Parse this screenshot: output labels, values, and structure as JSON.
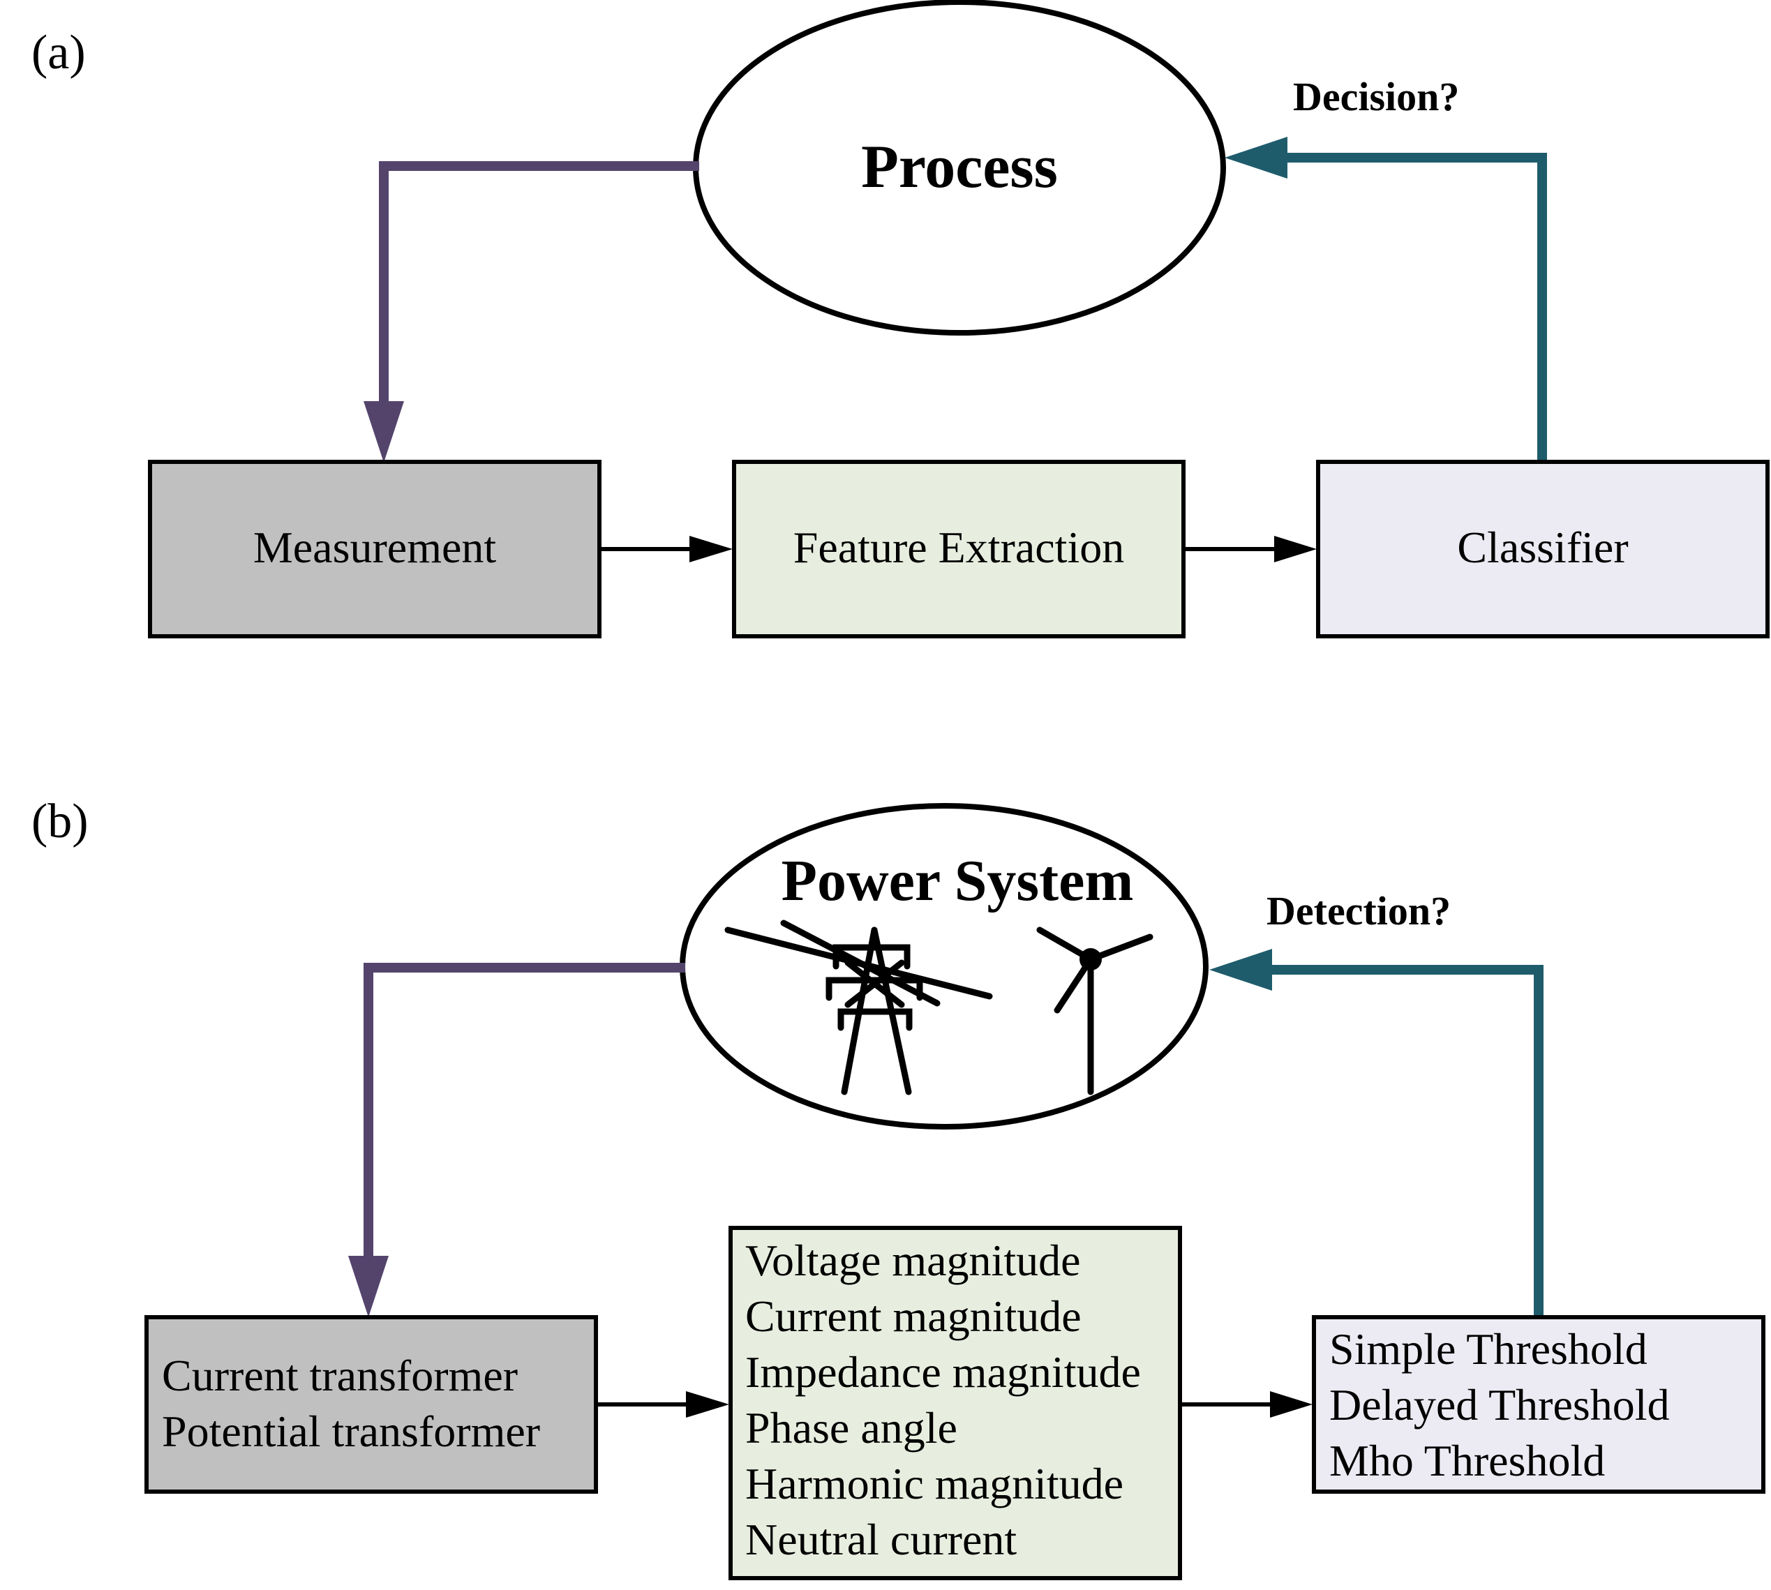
{
  "panel_a": {
    "label": "(a)",
    "process": "Process",
    "decision": "Decision?",
    "boxes": [
      "Measurement",
      "Feature Extraction",
      "Classifier"
    ]
  },
  "panel_b": {
    "label": "(b)",
    "process": "Power System",
    "decision": "Detection?",
    "measurement_lines": [
      "Current transformer",
      "Potential transformer"
    ],
    "feature_lines": [
      "Voltage magnitude",
      "Current magnitude",
      "Impedance magnitude",
      "Phase angle",
      "Harmonic magnitude",
      "Neutral current"
    ],
    "classifier_lines": [
      "Simple Threshold",
      "Delayed Threshold",
      "Mho Threshold"
    ]
  },
  "colors": {
    "purple_arrow": "#54446c",
    "teal_arrow": "#1f5c6b",
    "measurement_fill": "#c0c0c0",
    "feature_fill": "#e8eedf",
    "classifier_fill": "#ecebf3"
  },
  "icons": [
    "transmission-tower-icon",
    "wind-turbine-icon"
  ]
}
